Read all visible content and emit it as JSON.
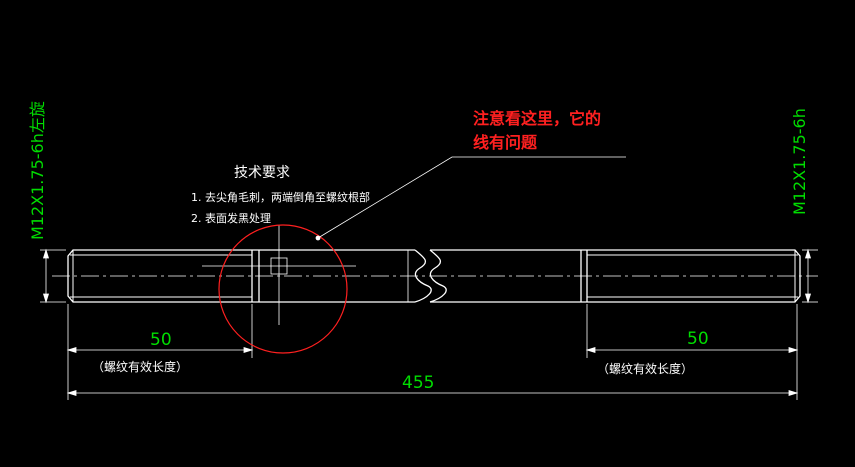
{
  "drawing": {
    "colors": {
      "background": "#000000",
      "geometry": "#ffffff",
      "dimension_text": "#00dd00",
      "annotation": "#ff2020"
    },
    "thread_spec_left": "M12X1.75-6h左旋",
    "thread_spec_right": "M12X1.75-6h",
    "tech_req": {
      "title": "技术要求",
      "items": [
        "1. 去尖角毛刺，两端倒角至螺纹根部",
        "2. 表面发黑处理"
      ]
    },
    "note": {
      "line1": "注意看这里，它的",
      "line2": "线有问题"
    },
    "dims": {
      "left_thread_length": "50",
      "right_thread_length": "50",
      "total_length": "455",
      "left_thread_caption": "（螺纹有效长度）",
      "right_thread_caption": "（螺纹有效长度）"
    }
  }
}
